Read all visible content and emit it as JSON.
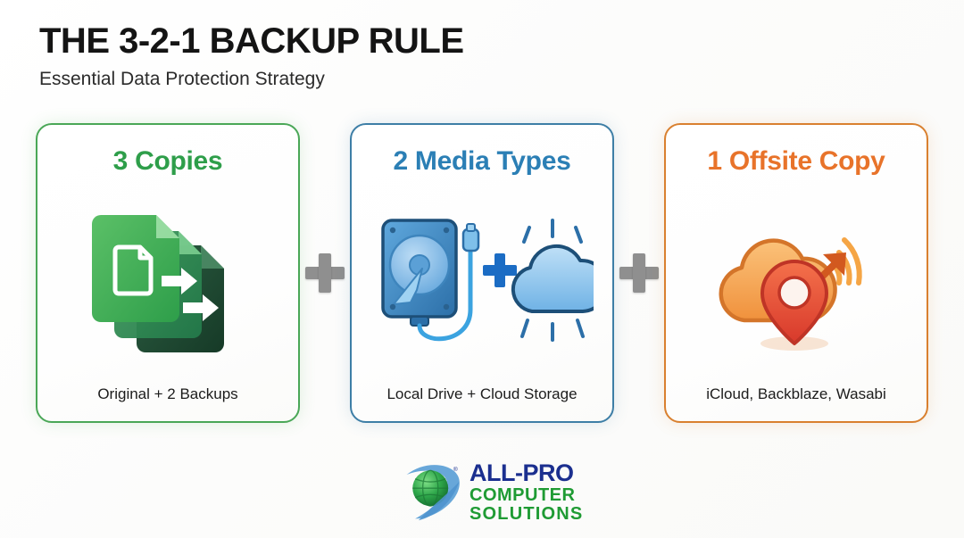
{
  "header": {
    "title": "THE 3-2-1 BACKUP RULE",
    "subtitle": "Essential Data Protection Strategy"
  },
  "separators": {
    "first": "+",
    "second": "+"
  },
  "cards": [
    {
      "id": "copies",
      "title": "3 Copies",
      "caption": "Original + 2 Backups",
      "accent": "#2e9e4a",
      "border": "#4aa757",
      "icon": "stacked-documents-icon"
    },
    {
      "id": "media-types",
      "title": "2 Media Types",
      "caption": "Local Drive + Cloud Storage",
      "accent": "#2b7fb5",
      "border": "#3d7ea6",
      "icon": "hard-drive-plus-cloud-icon",
      "inner_plus": "+"
    },
    {
      "id": "offsite-copy",
      "title": "1 Offsite Copy",
      "caption": "iCloud, Backblaze, Wasabi",
      "accent": "#e8732a",
      "border": "#d9802f",
      "icon": "cloud-location-pin-icon"
    }
  ],
  "logo": {
    "line1": "ALL-PRO",
    "line2": "COMPUTER",
    "line3": "SOLUTIONS",
    "trademark": "®",
    "brand_blue": "#1b2f8f",
    "brand_green": "#1f9b34"
  }
}
